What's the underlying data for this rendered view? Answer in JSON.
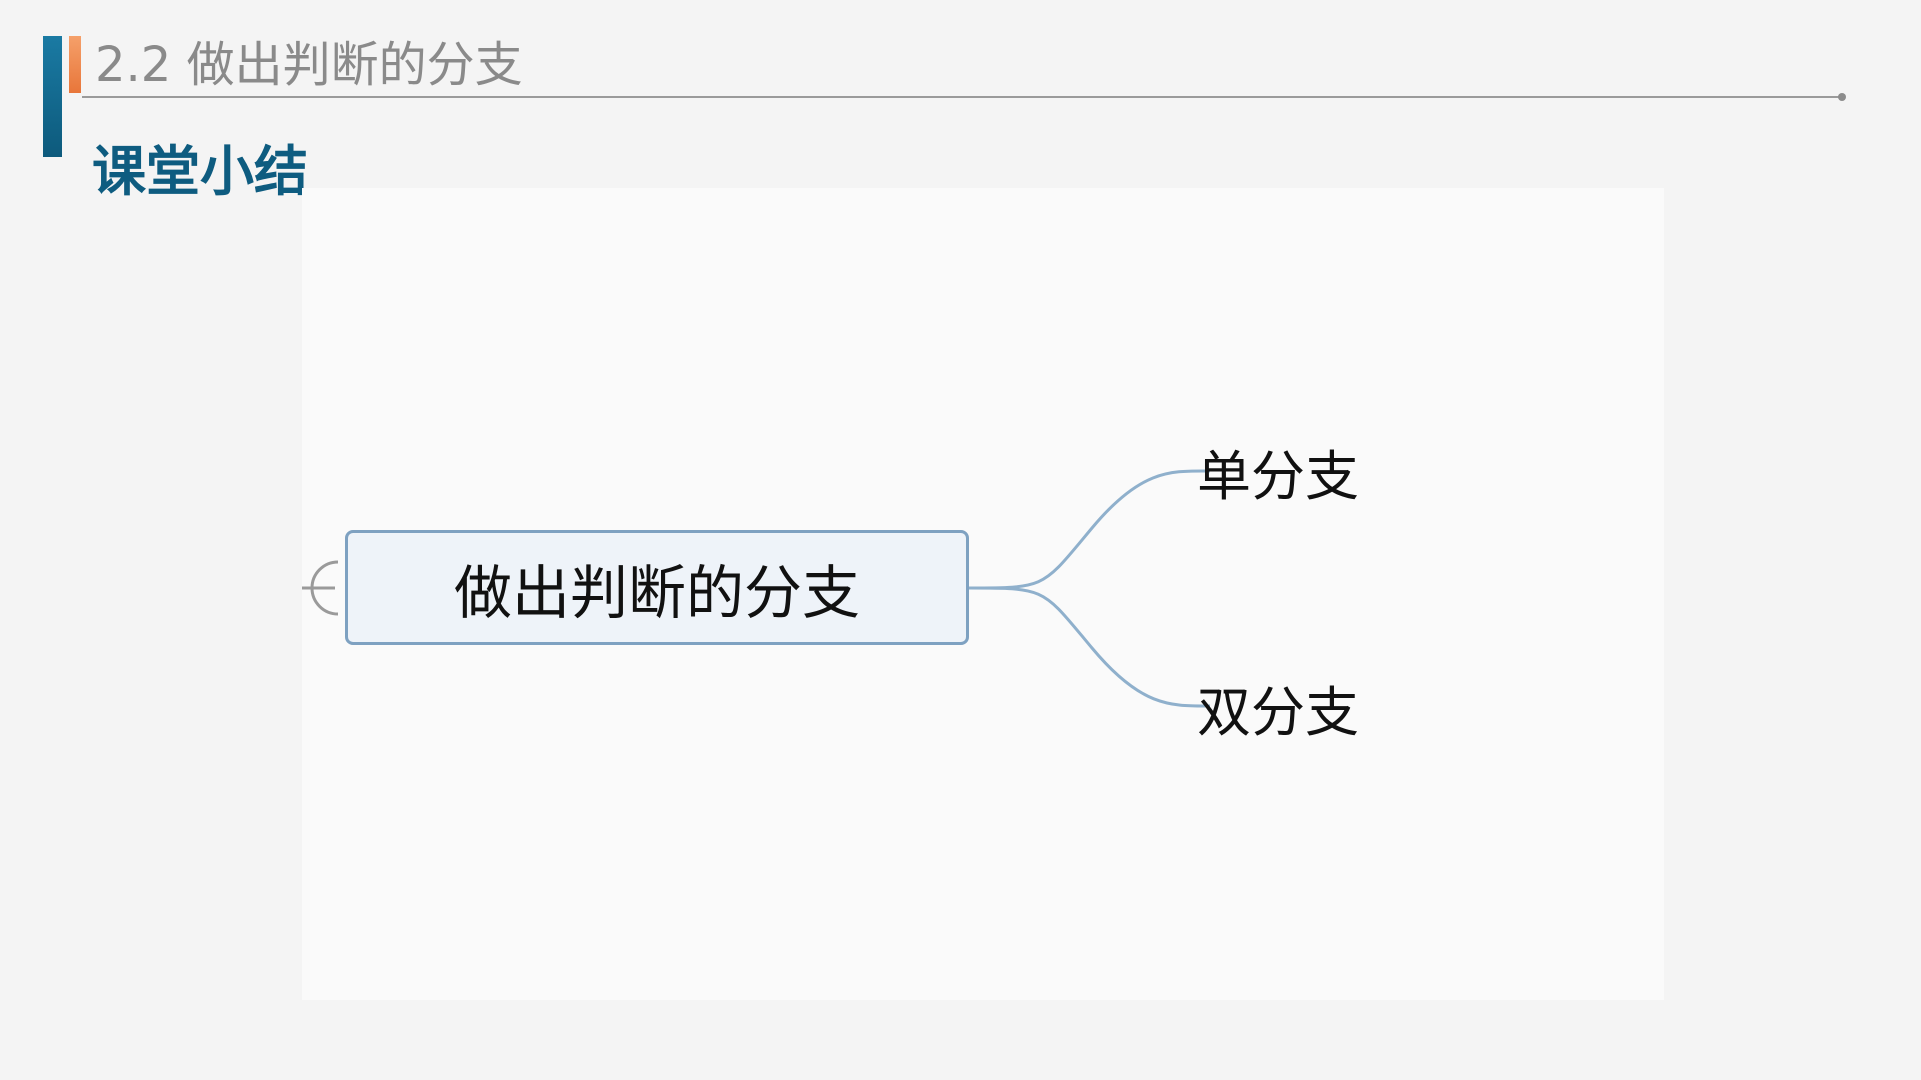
{
  "header": {
    "section_title": "2.2 做出判断的分支",
    "subtitle": "课堂小结"
  },
  "diagram": {
    "central_node": "做出判断的分支",
    "branches": [
      {
        "label": "单分支"
      },
      {
        "label": "双分支"
      }
    ],
    "colors": {
      "node_border": "#7ea1c1",
      "node_fill": "#eef3f9",
      "connector": "#8fb0cc"
    }
  },
  "colors": {
    "title_text": "#8a8a8a",
    "subtitle_text": "#0e5c80",
    "accent_blue": "#1a7aa3",
    "accent_orange": "#e8763a"
  }
}
